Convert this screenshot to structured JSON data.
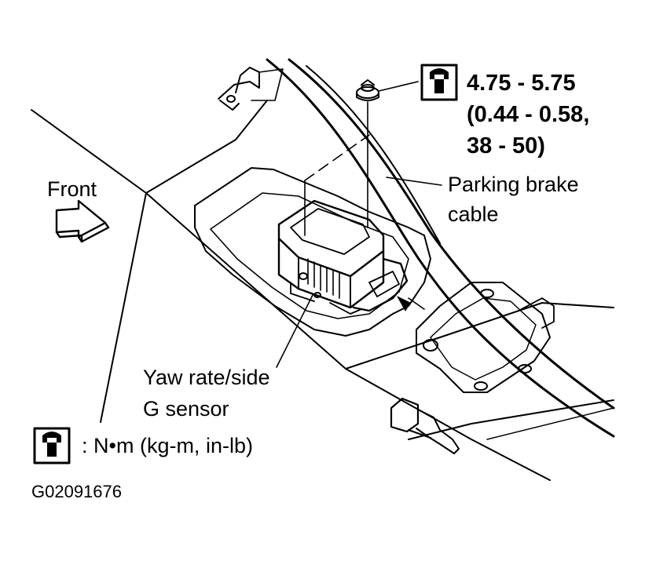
{
  "labels": {
    "front": "Front",
    "torque_line1": "4.75 - 5.75",
    "torque_line2": "(0.44 - 0.58,",
    "torque_line3": "38 - 50)",
    "parking_line1": "Parking brake",
    "parking_line2": "cable",
    "sensor_line1": "Yaw rate/side",
    "sensor_line2": "G sensor",
    "legend_units": ":  N•m  (kg-m,  in-lb)",
    "figure_id": "G02091676"
  },
  "icons": {
    "torque_icon": "torque-wrench-icon",
    "front_arrow": "front-arrow-icon"
  }
}
